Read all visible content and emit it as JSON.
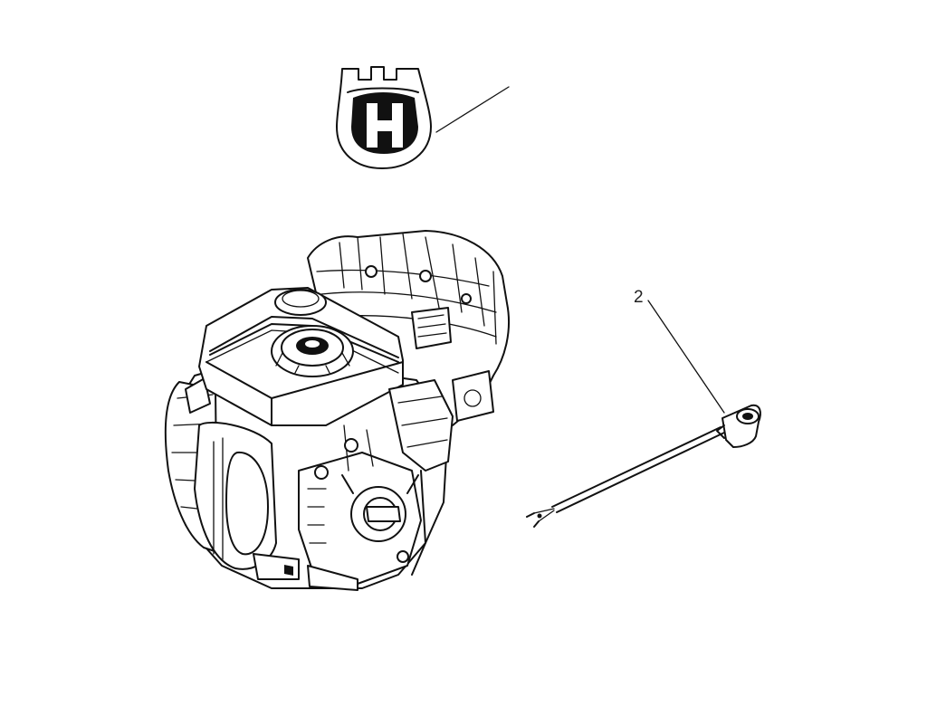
{
  "diagram": {
    "callouts": [
      {
        "id": 1,
        "label": "",
        "part": "logo-decal"
      },
      {
        "id": 2,
        "label": "2",
        "part": "wire-harness"
      }
    ],
    "colors": {
      "line": "#111111",
      "background": "#ffffff"
    }
  }
}
